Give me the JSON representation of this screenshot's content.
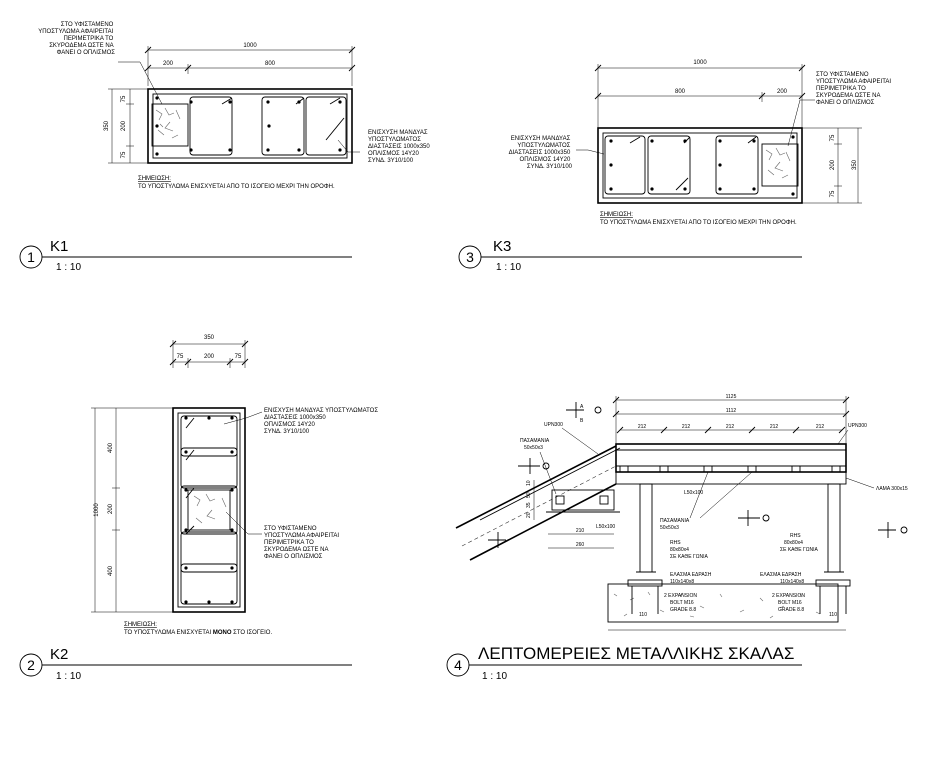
{
  "k1": {
    "title": "K1",
    "number": "1",
    "scale": "1 : 10",
    "dim_total": "1000",
    "dim_a": "200",
    "dim_b": "800",
    "dim_v1": "75",
    "dim_v2": "200",
    "dim_v3": "75",
    "dim_height": "350",
    "note_existing": [
      "ΣΤΟ ΥΦΙΣΤΑΜΕΝΟ",
      "ΥΠΟΣΤΥΛΩΜΑ ΑΦΑΙΡΕΙΤΑΙ",
      "ΠΕΡΙΜΕΤΡΙΚΑ ΤΟ",
      "ΣΚΥΡΟΔΕΜΑ ΩΣΤΕ ΝΑ",
      "ΦΑΝΕΙ Ο ΟΠΛΙΣΜΟΣ"
    ],
    "note_jacket": [
      "ΕΝΙΣΧΥΣΗ ΜΑΝΔΥΑΣ",
      "ΥΠΟΣΤΥΛΩΜΑΤΟΣ",
      "ΔΙΑΣΤΑΣΕΙΣ 1000x350",
      "ΟΠΛΙΣΜΟΣ 14Υ20",
      "ΣΥΝΔ. 3Υ10/100"
    ],
    "remark_label": "ΣΗΜΕΙΩΣΗ:",
    "remark_text": "ΤΟ ΥΠΟΣΤΥΛΩΜΑ ΕΝΙΣΧΥΕΤΑΙ ΑΠΟ ΤΟ ΙΣΟΓΕΙΟ ΜΕΧΡΙ ΤΗΝ ΟΡΟΦΗ."
  },
  "k3": {
    "title": "K3",
    "number": "3",
    "scale": "1 : 10",
    "dim_total": "1000",
    "dim_a": "800",
    "dim_b": "200",
    "dim_v1": "75",
    "dim_v2": "200",
    "dim_v3": "75",
    "dim_height": "350",
    "note_existing": [
      "ΣΤΟ ΥΦΙΣΤΑΜΕΝΟ",
      "ΥΠΟΣΤΥΛΩΜΑ ΑΦΑΙΡΕΙΤΑΙ",
      "ΠΕΡΙΜΕΤΡΙΚΑ ΤΟ",
      "ΣΚΥΡΟΔΕΜΑ ΩΣΤΕ ΝΑ",
      "ΦΑΝΕΙ Ο ΟΠΛΙΣΜΟΣ"
    ],
    "note_jacket": [
      "ΕΝΙΣΧΥΣΗ ΜΑΝΔΥΑΣ",
      "ΥΠΟΣΤΥΛΩΜΑΤΟΣ",
      "ΔΙΑΣΤΑΣΕΙΣ 1000x350",
      "ΟΠΛΙΣΜΟΣ 14Υ20",
      "ΣΥΝΔ. 3Υ10/100"
    ],
    "remark_label": "ΣΗΜΕΙΩΣΗ:",
    "remark_text": "ΤΟ ΥΠΟΣΤΥΛΩΜΑ ΕΝΙΣΧΥΕΤΑΙ ΑΠΟ ΤΟ ΙΣΟΓΕΙΟ ΜΕΧΡΙ ΤΗΝ ΟΡΟΦΗ."
  },
  "k2": {
    "title": "K2",
    "number": "2",
    "scale": "1 : 10",
    "dim_total": "350",
    "dim_h1": "75",
    "dim_h2": "200",
    "dim_h3": "75",
    "dim_height": "1000",
    "dim_v1": "400",
    "dim_v2": "200",
    "dim_v3": "400",
    "note_jacket": [
      "ΕΝΙΣΧΥΣΗ ΜΑΝΔΥΑΣ ΥΠΟΣΤΥΛΩΜΑΤΟΣ",
      "ΔΙΑΣΤΑΣΕΙΣ 1000x350",
      "ΟΠΛΙΣΜΟΣ 14Υ20",
      "ΣΥΝΔ. 3Υ10/100"
    ],
    "note_existing": [
      "ΣΤΟ ΥΦΙΣΤΑΜΕΝΟ",
      "ΥΠΟΣΤΥΛΩΜΑ ΑΦΑΙΡΕΙΤΑΙ",
      "ΠΕΡΙΜΕΤΡΙΚΑ ΤΟ",
      "ΣΚΥΡΟΔΕΜΑ ΩΣΤΕ ΝΑ",
      "ΦΑΝΕΙ Ο ΟΠΛΙΣΜΟΣ"
    ],
    "remark_label": "ΣΗΜΕΙΩΣΗ:",
    "remark_text_a": "ΤΟ ΥΠΟΣΤΥΛΩΜΑ ΕΝΙΣΧΥΕΤΑΙ ",
    "remark_text_bold": "ΜΟΝΟ",
    "remark_text_b": " ΣΤΟ ΙΣΟΓΕΙΟ."
  },
  "stair": {
    "title": "ΛΕΠΤΟΜΕΡΕΙΕΣ ΜΕΤΑΛΛΙΚΗΣ ΣΚΑΛΑΣ",
    "number": "4",
    "scale": "1 : 10",
    "dim_1125": "1125",
    "dim_1112": "1112",
    "dim_212": [
      "212",
      "212",
      "212",
      "212",
      "212"
    ],
    "upn_left": "UPN300",
    "upn_right": "UPN300",
    "pasamana_left": [
      "ΠΑΣΑΜΑΝΙΑ",
      "50x50x3"
    ],
    "pasamana_mid": [
      "ΠΑΣΑΜΑΝΙΑ",
      "50x50x3"
    ],
    "l50_top": "L50x100",
    "l50_bottom": "L50x100",
    "lama": "ΛΑΜΑ 300x15",
    "rhs_left": [
      "RHS",
      "80x80x4",
      "ΣΕ ΚΑΘΕ ΓΩΝΙΑ"
    ],
    "rhs_right": [
      "RHS",
      "80x80x4",
      "ΣΕ ΚΑΘΕ ΓΩΝΙΑ"
    ],
    "plate_left": [
      "ΕΛΑΣΜΑ ΕΔΡΑΣΗ",
      "110x140x8"
    ],
    "plate_right": [
      "ΕΛΑΣΜΑ ΕΔΡΑΣΗ",
      "110x140x8"
    ],
    "bolt_left": [
      "2 EXPANSION",
      "BOLT M16",
      "GRADE 8.8"
    ],
    "bolt_right": [
      "2 EXPANSION",
      "BOLT M16",
      "GRADE 8.8"
    ],
    "dim_210": "210",
    "dim_260": "260",
    "dim_110_l": "110",
    "dim_110_r": "110",
    "dim_side": [
      "10",
      "50",
      "35",
      "20"
    ],
    "marker": "4",
    "marker_b": "A",
    "marker_c": "B"
  }
}
